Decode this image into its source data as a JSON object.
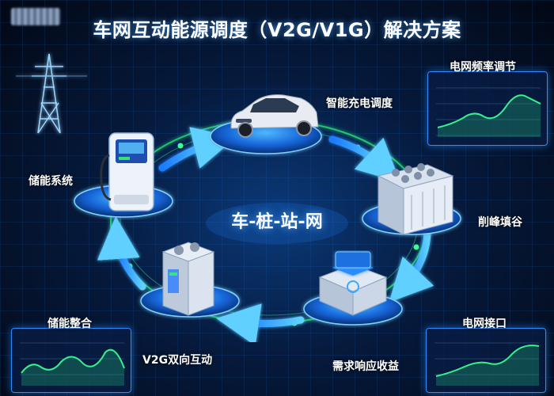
{
  "title": "车网互动能源调度（V2G/V1G）解决方案",
  "center": "车-桩-站-网",
  "nodes": {
    "smart_charging": "智能充电调度",
    "peak_shaving": "削峰填谷",
    "demand_response": "需求响应收益",
    "v2g": "V2G双向互动",
    "storage_integration": "储能整合",
    "storage_system": "储能系统"
  },
  "panels": {
    "freq_regulation": "电网频率调节",
    "grid_connection": "电网接口"
  },
  "colors": {
    "accent": "#2f8cff",
    "ring": "#25e07a",
    "glow": "#3aa8ff"
  }
}
